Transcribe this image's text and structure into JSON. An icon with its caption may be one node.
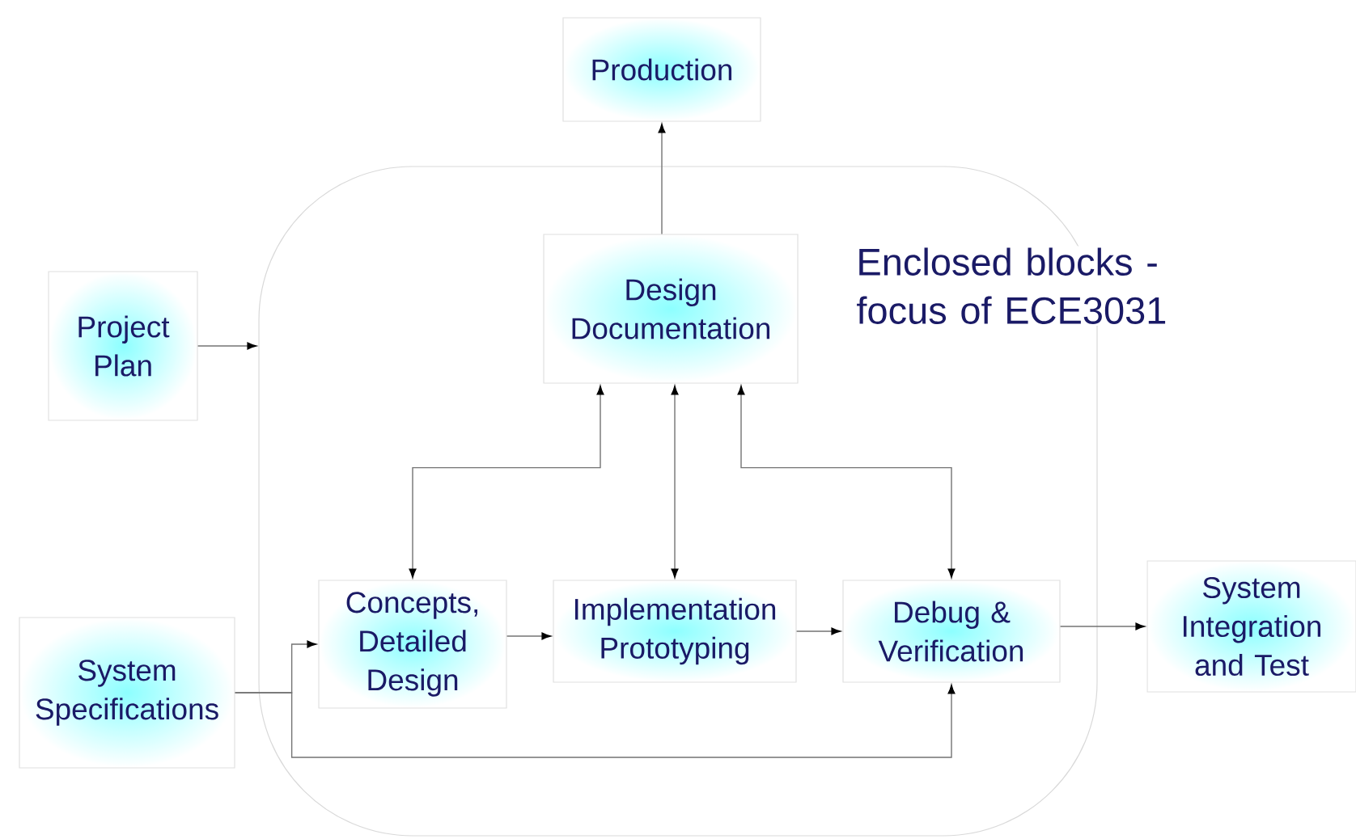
{
  "diagram": {
    "nodes": [
      {
        "text": [
          "Production"
        ]
      },
      {
        "text": [
          "Project Plan"
        ]
      },
      {
        "text": [
          "Enclosed blocks - focus of ECE3031"
        ]
      },
      {
        "text": [
          "Design Documentation"
        ],
        "in": 2
      },
      {
        "text": [
          "Concepts, Detailed Design"
        ],
        "in": 2
      },
      {
        "text": [
          "Implementation Prototyping"
        ],
        "in": 2
      },
      {
        "text": [
          "Debug & Verification"
        ],
        "in": 2
      },
      {
        "text": [
          "System Specifications"
        ]
      },
      {
        "text": [
          "System Integration and Test"
        ]
      }
    ],
    "edges": [
      {
        "from": 3,
        "to": 0,
        "arrow": "to"
      },
      {
        "from": 1,
        "to": 2,
        "arrow": "to"
      },
      {
        "from": 3,
        "to": 4,
        "arrow": "both"
      },
      {
        "from": 3,
        "to": 5,
        "arrow": "both"
      },
      {
        "from": 3,
        "to": 6,
        "arrow": "both"
      },
      {
        "from": 4,
        "to": 5,
        "arrow": "to"
      },
      {
        "from": 5,
        "to": 6,
        "arrow": "to"
      },
      {
        "from": 7,
        "to": 4,
        "arrow": "to"
      },
      {
        "from": 7,
        "to": 6,
        "arrow": "to"
      },
      {
        "from": 6,
        "to": 8,
        "arrow": "to"
      }
    ]
  }
}
